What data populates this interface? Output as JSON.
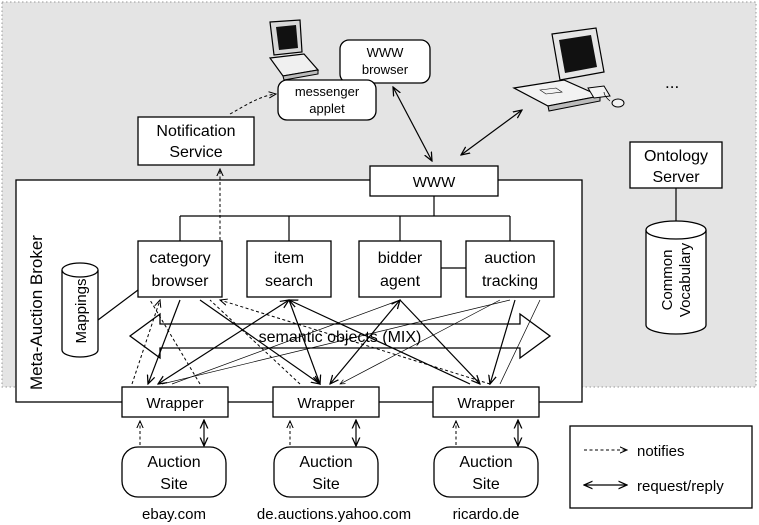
{
  "top_right_ellipsis": "...",
  "www_browser": {
    "line1": "WWW",
    "line2": "browser"
  },
  "messenger_applet": {
    "line1": "messenger",
    "line2": "applet"
  },
  "notification_service": {
    "line1": "Notification",
    "line2": "Service"
  },
  "www": "WWW",
  "broker_label": "Meta-Auction Broker",
  "mappings": "Mappings",
  "modules": [
    {
      "line1": "category",
      "line2": "browser"
    },
    {
      "line1": "item",
      "line2": "search"
    },
    {
      "line1": "bidder",
      "line2": "agent"
    },
    {
      "line1": "auction",
      "line2": "tracking"
    }
  ],
  "semantic_objects": "semantic objects (MIX)",
  "wrapper_label": "Wrapper",
  "ontology_server": {
    "line1": "Ontology",
    "line2": "Server"
  },
  "common_vocabulary": {
    "line1": "Common",
    "line2": "Vocabulary"
  },
  "auction_site": {
    "line1": "Auction",
    "line2": "Site"
  },
  "sites": [
    "ebay.com",
    "de.auctions.yahoo.com",
    "ricardo.de"
  ],
  "legend": {
    "notifies": "notifies",
    "request_reply": "request/reply"
  }
}
